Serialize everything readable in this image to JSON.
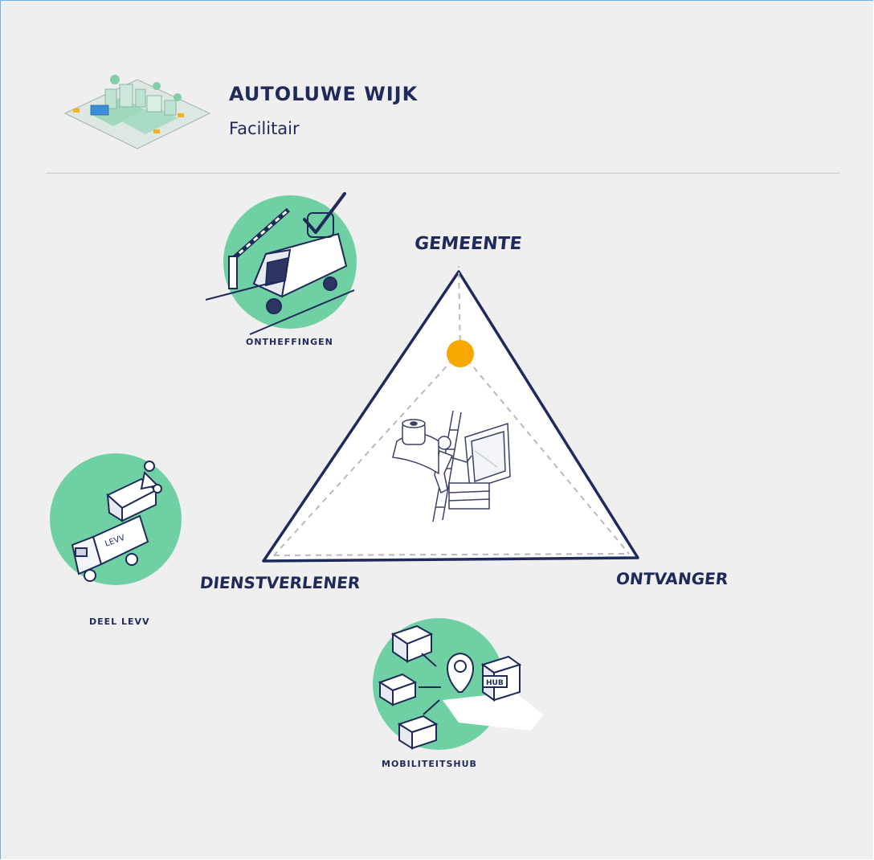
{
  "header": {
    "title": "AUTOLUWE WIJK",
    "subtitle": "Facilitair"
  },
  "triangle": {
    "vertex_top": "GEMEENTE",
    "vertex_left": "DIENSTVERLENER",
    "vertex_right": "ONTVANGER",
    "marker_color": "#f6a800"
  },
  "circles": {
    "color": "#6fd1a3",
    "ontheffingen": "ONTHEFFINGEN",
    "deel_levv": "DEEL LEVV",
    "deel_levv_truck_text": "LEVV",
    "mobiliteitshub": "MOBILITEITSHUB",
    "hub_box_text": "HUB"
  },
  "colors": {
    "ink": "#1f2a5a",
    "background": "#efefef"
  }
}
